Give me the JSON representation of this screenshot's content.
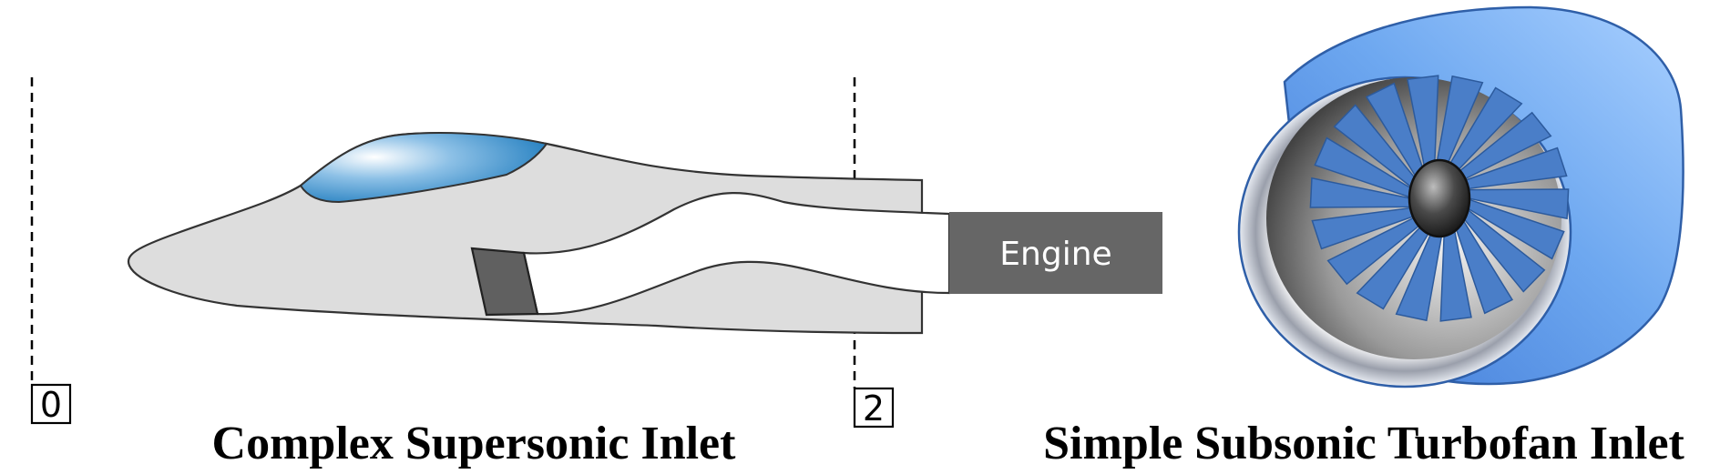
{
  "stations": [
    {
      "label": "0"
    },
    {
      "label": "2"
    }
  ],
  "engine": {
    "label": "Engine"
  },
  "captions": {
    "supersonic": "Complex Supersonic Inlet",
    "subsonic": "Simple Subsonic Turbofan Inlet"
  },
  "colors": {
    "fuselage": "#dddddd",
    "canopy": "#3d8fcc",
    "ramp": "#606060",
    "engine_box": "#666666",
    "nacelle": "#6aa0e6",
    "fan_blade": "#4a7ec8",
    "spinner": "#3a3a3a"
  }
}
